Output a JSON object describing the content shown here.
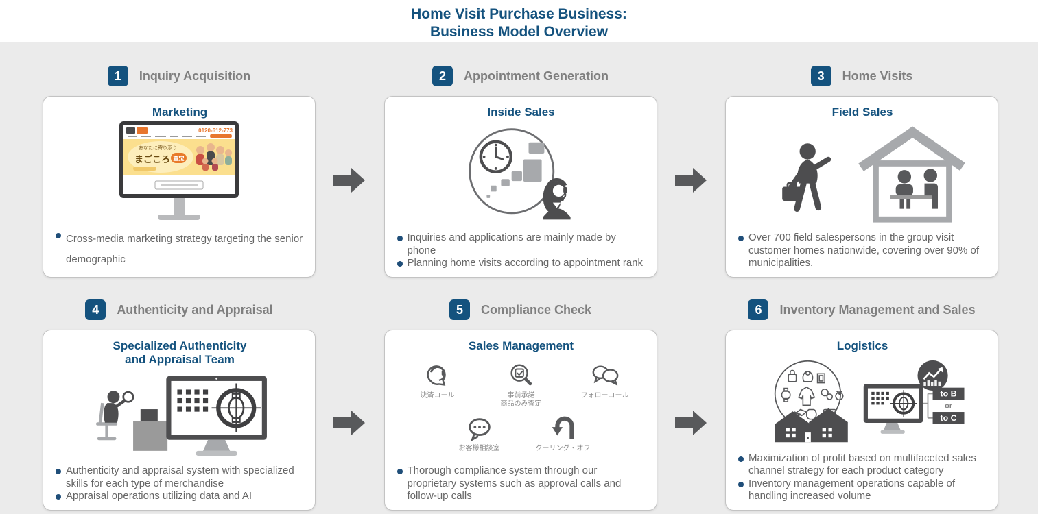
{
  "title": {
    "line1": "Home Visit Purchase Business:",
    "line2": "Business Model Overview"
  },
  "colors": {
    "accent_blue": "#14527e",
    "step_label_gray": "#7f7f7f",
    "arrow_gray": "#58595b",
    "background_gray": "#ebebeb",
    "bullet_dot": "#1f4e79",
    "banner_yellow": "#fbdf8e",
    "brand_orange": "#e8762d"
  },
  "steps": [
    {
      "number": "1",
      "label": "Inquiry Acquisition",
      "card": {
        "title": "Marketing",
        "site": {
          "tagline": "あなたに寄り添う",
          "brand": "まごころ",
          "badge": "査定",
          "phone": "0120-612-773"
        },
        "bullets": [
          "Cross-media marketing strategy targeting the senior demographic"
        ]
      }
    },
    {
      "number": "2",
      "label": "Appointment Generation",
      "card": {
        "title": "Inside Sales",
        "bullets": [
          "Inquiries and applications are mainly made by phone",
          "Planning home visits according to appointment rank"
        ]
      }
    },
    {
      "number": "3",
      "label": "Home Visits",
      "card": {
        "title": "Field Sales",
        "bullets": [
          "Over 700 field salespersons in the group visit customer homes nationwide, covering over 90% of municipalities."
        ]
      }
    },
    {
      "number": "4",
      "label": "Authenticity and Appraisal",
      "card": {
        "title": "Specialized Authenticity\nand Appraisal Team",
        "bullets": [
          "Authenticity and appraisal system with specialized skills for each type of merchandise",
          "Appraisal operations utilizing data and AI"
        ]
      }
    },
    {
      "number": "5",
      "label": "Compliance Check",
      "card": {
        "title": "Sales Management",
        "icons": [
          {
            "name": "settlement-call-icon",
            "label": "決済コール"
          },
          {
            "name": "pre-approved-appraisal-icon",
            "label": "事前承諾\n商品のみ査定"
          },
          {
            "name": "follow-call-icon",
            "label": "フォローコール"
          },
          {
            "name": "customer-consultation-icon",
            "label": "お客様相談室"
          },
          {
            "name": "cooling-off-icon",
            "label": "クーリング・オフ"
          }
        ],
        "bullets": [
          "Thorough compliance system through our proprietary systems such as approval calls and follow-up calls"
        ]
      }
    },
    {
      "number": "6",
      "label": "Inventory Management and Sales",
      "card": {
        "title": "Logistics",
        "channels": {
          "b": "to B",
          "or": "or",
          "c": "to C"
        },
        "bullets": [
          "Maximization of profit based on multifaceted sales channel strategy for each product category",
          "Inventory management operations capable of handling increased volume"
        ]
      }
    }
  ]
}
